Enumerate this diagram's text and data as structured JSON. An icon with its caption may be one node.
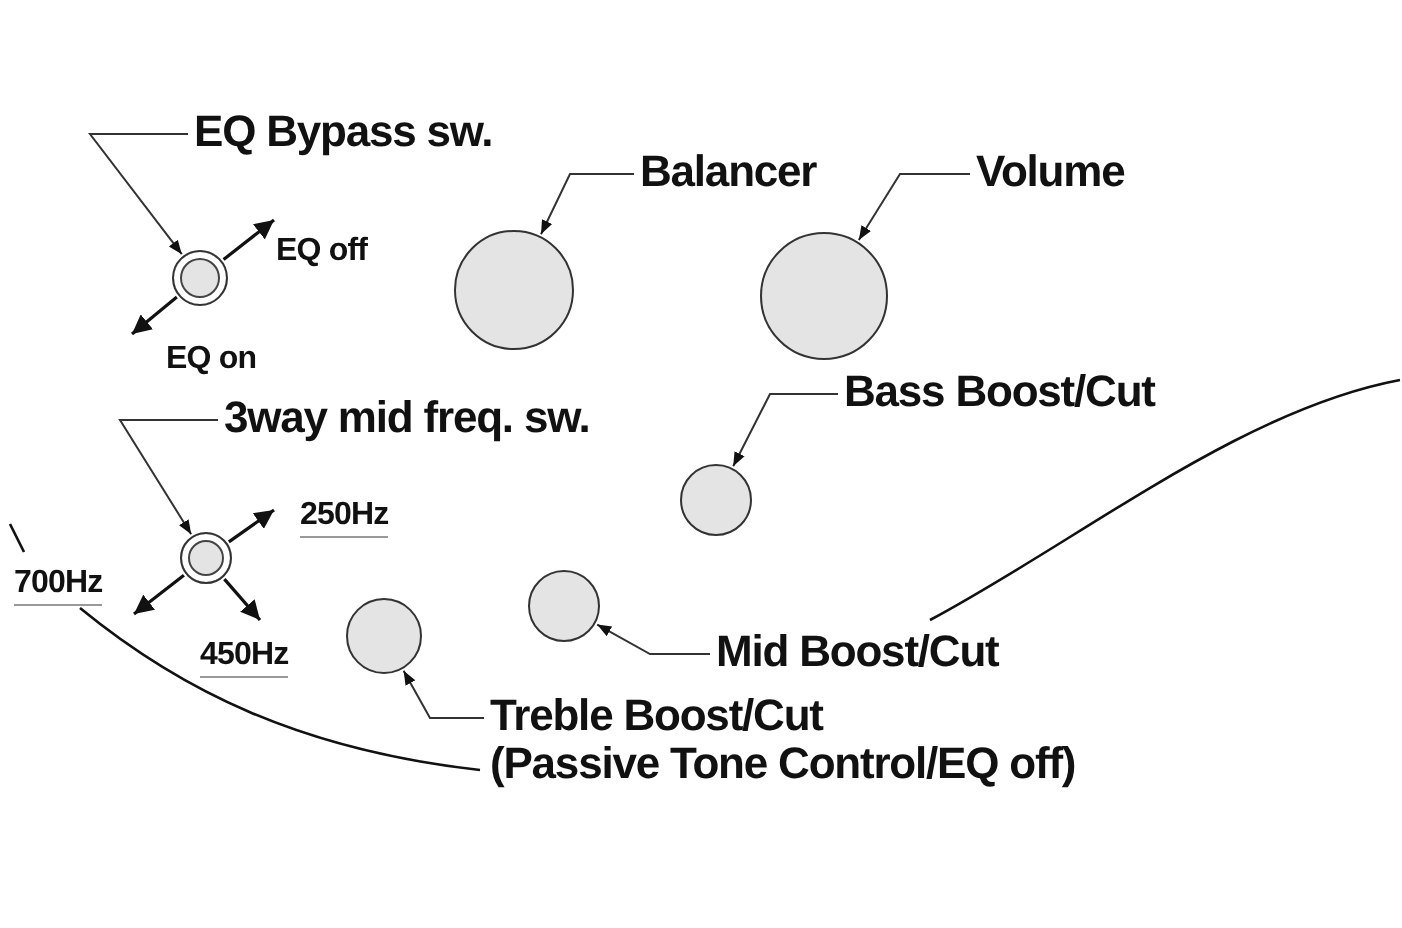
{
  "diagram": {
    "nodes": [
      {
        "text": [
          "EQ Bypass sw."
        ]
      },
      {
        "text": [],
        "shape": "circle"
      },
      {
        "text": [
          "Balancer"
        ]
      },
      {
        "text": [],
        "shape": "circle"
      },
      {
        "text": [
          "Volume"
        ]
      },
      {
        "text": [],
        "shape": "circle"
      },
      {
        "text": [
          "3way mid freq. sw."
        ]
      },
      {
        "text": [],
        "shape": "circle"
      },
      {
        "text": [
          "Bass Boost/Cut"
        ]
      },
      {
        "text": [],
        "shape": "circle"
      },
      {
        "text": [
          "Mid Boost/Cut"
        ]
      },
      {
        "text": [],
        "shape": "circle"
      },
      {
        "text": [
          "Treble Boost/Cut",
          "(Passive Tone Control/EQ off)"
        ]
      },
      {
        "text": [],
        "shape": "circle"
      }
    ],
    "edges": [
      {
        "from": 0,
        "to": 1,
        "arrow": "to"
      },
      {
        "from": 2,
        "to": 3,
        "arrow": "to"
      },
      {
        "from": 4,
        "to": 5,
        "arrow": "to"
      },
      {
        "from": 6,
        "to": 7,
        "arrow": "to"
      },
      {
        "from": 8,
        "to": 9,
        "arrow": "to"
      },
      {
        "from": 10,
        "to": 11,
        "arrow": "to"
      },
      {
        "from": 12,
        "to": 13,
        "arrow": "to"
      }
    ],
    "labels": [
      "EQ off",
      "EQ on",
      "250Hz",
      "700Hz",
      "450Hz"
    ]
  }
}
